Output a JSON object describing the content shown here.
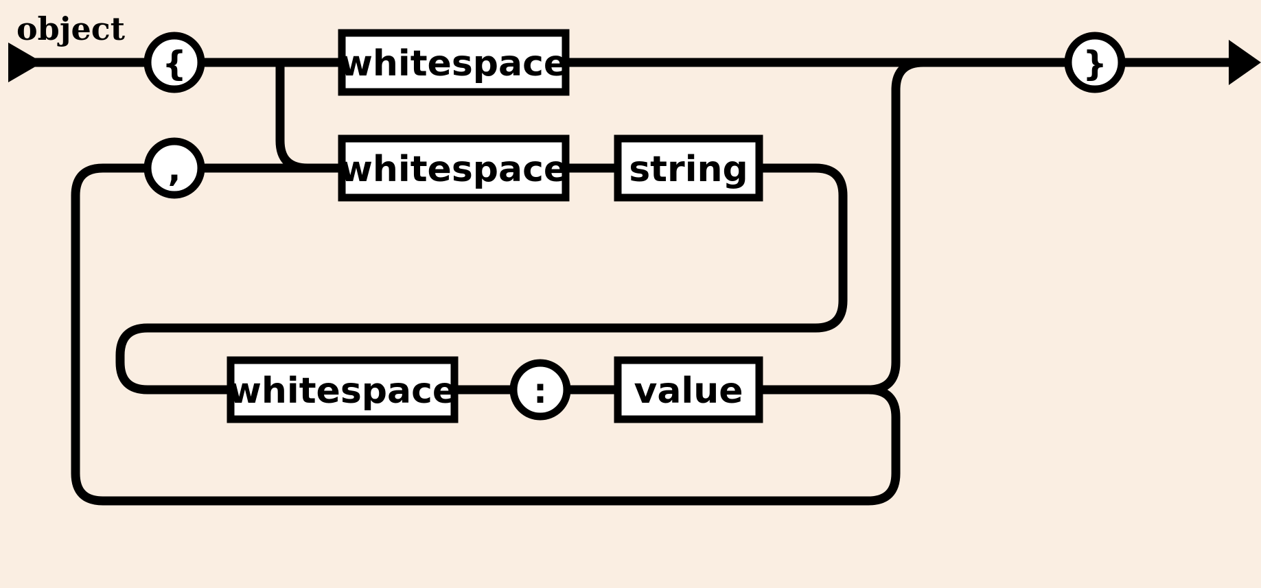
{
  "diagram": {
    "title": "object",
    "type": "railroad-syntax-diagram",
    "background_color": "#faeee2",
    "line_color": "#000000",
    "node_fill_color": "#ffffff",
    "nodes": [
      {
        "id": "open-brace",
        "kind": "terminal",
        "label": "{",
        "shape": "circle"
      },
      {
        "id": "whitespace-1",
        "kind": "nonterminal",
        "label": "whitespace",
        "shape": "rect"
      },
      {
        "id": "close-brace",
        "kind": "terminal",
        "label": "}",
        "shape": "circle"
      },
      {
        "id": "comma",
        "kind": "terminal",
        "label": ",",
        "shape": "circle"
      },
      {
        "id": "whitespace-2",
        "kind": "nonterminal",
        "label": "whitespace",
        "shape": "rect"
      },
      {
        "id": "string",
        "kind": "nonterminal",
        "label": "string",
        "shape": "rect"
      },
      {
        "id": "whitespace-3",
        "kind": "nonterminal",
        "label": "whitespace",
        "shape": "rect"
      },
      {
        "id": "colon",
        "kind": "terminal",
        "label": ":",
        "shape": "circle"
      },
      {
        "id": "value",
        "kind": "nonterminal",
        "label": "value",
        "shape": "rect"
      }
    ],
    "entry_marker": "start-arrow",
    "exit_marker": "end-arrow"
  }
}
